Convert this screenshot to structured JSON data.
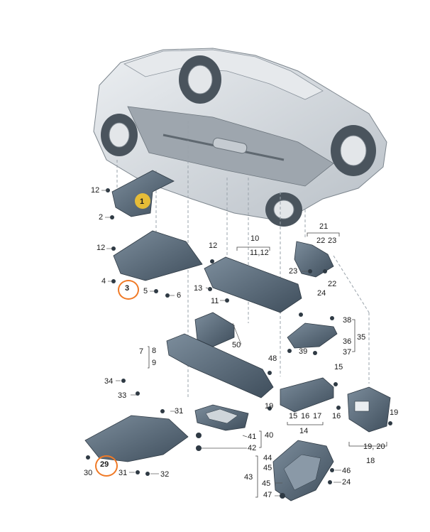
{
  "colors": {
    "part_fill": "#5b6d7d",
    "part_dark": "#3c4a57",
    "car_fill": "#d7dce1",
    "car_line": "#8a939c",
    "ring": "#f07a26",
    "highlight": "#f5c531",
    "leader": "#9aa3ab"
  },
  "labels": {
    "l1": "1",
    "l2": "2",
    "l3": "3",
    "l4": "4",
    "l5": "5",
    "l6": "6",
    "l7": "7",
    "l8": "8",
    "l9": "9",
    "l10": "10",
    "l11": "11",
    "l11_12": "11,12",
    "l12a": "12",
    "l12b": "12",
    "l12c": "12",
    "l13": "13",
    "l14": "14",
    "l15": "15",
    "l15b": "15",
    "l16": "16",
    "l16b": "16",
    "l17": "17",
    "l18": "18",
    "l19": "19",
    "l19b": "19",
    "l20": "20",
    "l21": "21",
    "l22": "22",
    "l22b": "22",
    "l23": "23",
    "l23b": "23",
    "l24": "24",
    "l29": "29",
    "l30": "30",
    "l31a": "31",
    "l31b": "31",
    "l32": "32",
    "l33": "33",
    "l34": "34",
    "l35": "35",
    "l36": "36",
    "l37": "37",
    "l38": "38",
    "l39": "39",
    "l40": "40",
    "l41": "41",
    "l42": "42",
    "l43": "43",
    "l44": "44",
    "l45": "45",
    "l46": "46",
    "l47": "47",
    "l48": "48",
    "l50": "50"
  }
}
